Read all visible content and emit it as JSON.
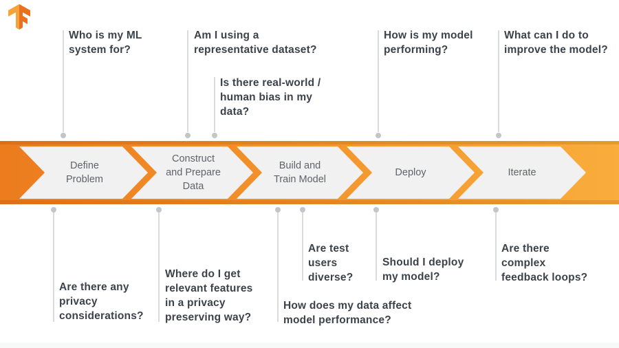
{
  "logo": {
    "name": "tensorflow-logo",
    "color_light": "#f6a33b",
    "color_dark": "#e8721f"
  },
  "banner": {
    "gradient_left": "#ec7c1e",
    "gradient_right": "#f9ad3c",
    "chevron_fill": "#f1f1f2",
    "steps": [
      {
        "label": "Define\nProblem"
      },
      {
        "label": "Construct\nand Prepare\nData"
      },
      {
        "label": "Build and\nTrain Model"
      },
      {
        "label": "Deploy"
      },
      {
        "label": "Iterate"
      }
    ]
  },
  "questions_top": [
    {
      "text": "Who is my ML\nsystem for?"
    },
    {
      "text": "Am I using a\nrepresentative dataset?"
    },
    {
      "text": "Is there real-world /\nhuman bias in my\ndata?"
    },
    {
      "text": "How is my model\nperforming?"
    },
    {
      "text": "What can I do to\nimprove the model?"
    }
  ],
  "questions_bottom": [
    {
      "text": "Are there any\nprivacy\nconsiderations?"
    },
    {
      "text": "Where do I get\nrelevant features\nin a privacy\npreserving way?"
    },
    {
      "text": "How does my data affect\nmodel performance?"
    },
    {
      "text": "Are test\nusers\ndiverse?"
    },
    {
      "text": "Should I deploy\nmy model?"
    },
    {
      "text": "Are there\ncomplex\nfeedback loops?"
    }
  ]
}
